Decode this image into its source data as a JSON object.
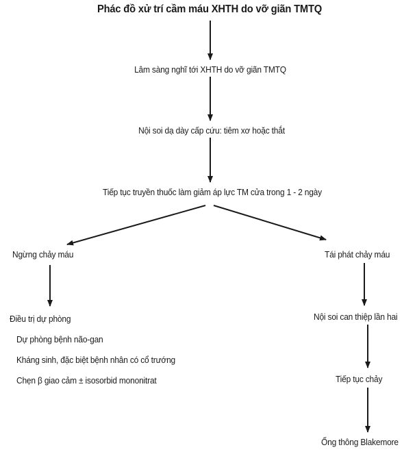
{
  "title": "Phác đồ xử trí cầm máu XHTH do vỡ giãn TMTQ",
  "nodes": {
    "clinical": "Lâm sàng nghĩ tới XHTH do vỡ giãn TMTQ",
    "endoscopy": "Nội soi dạ dày cấp cứu: tiêm xơ hoặc thắt",
    "infusion": "Tiếp tục truyền thuốc làm giảm áp lực TM cửa trong 1 - 2 ngày",
    "stop_bleeding": "Ngừng chảy máu",
    "rebleed": "Tái phát chảy máu",
    "prophylaxis": "Điều trị dự phòng",
    "prophylaxis_items": [
      "Dự phòng bệnh não-gan",
      "Kháng sinh, đặc biệt bệnh nhân có cổ trướng",
      "Chẹn β giao cảm ± isosorbid mononitrat"
    ],
    "second_endoscopy": "Nội soi can thiệp lần hai",
    "continued_bleeding": "Tiếp tục chảy",
    "blakemore": "Ống thông Blakemore"
  }
}
